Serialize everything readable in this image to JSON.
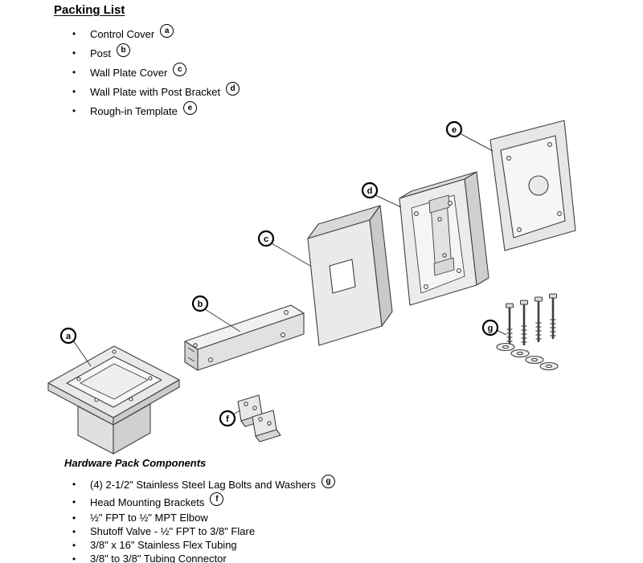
{
  "page": {
    "title": "Packing List",
    "hardware_heading": "Hardware Pack Components"
  },
  "packing_list": {
    "items": [
      {
        "label": "Control Cover",
        "tag": "a"
      },
      {
        "label": "Post",
        "tag": "b"
      },
      {
        "label": "Wall Plate Cover",
        "tag": "c"
      },
      {
        "label": "Wall Plate with Post Bracket",
        "tag": "d"
      },
      {
        "label": "Rough-in Template",
        "tag": "e"
      }
    ]
  },
  "hardware_list": {
    "items": [
      {
        "label": "(4) 2-1/2\" Stainless Steel Lag Bolts and Washers",
        "tag": "g"
      },
      {
        "label": "Head Mounting Brackets",
        "tag": "f"
      },
      {
        "label": "½\" FPT to ½\" MPT Elbow",
        "tag": ""
      },
      {
        "label": "Shutoff Valve - ½\" FPT to 3/8\" Flare",
        "tag": ""
      },
      {
        "label": "3/8\" x 16\" Stainless Flex Tubing",
        "tag": ""
      },
      {
        "label": "3/8\" to 3/8\" Tubing Connector",
        "tag": ""
      }
    ]
  },
  "diagram": {
    "part_labels": [
      "a",
      "b",
      "c",
      "d",
      "e",
      "f",
      "g"
    ]
  },
  "colors": {
    "background": "#ffffff",
    "text": "#000000",
    "diagram_line": "#3f3f3f",
    "diagram_fill": "#e9e9e9"
  }
}
